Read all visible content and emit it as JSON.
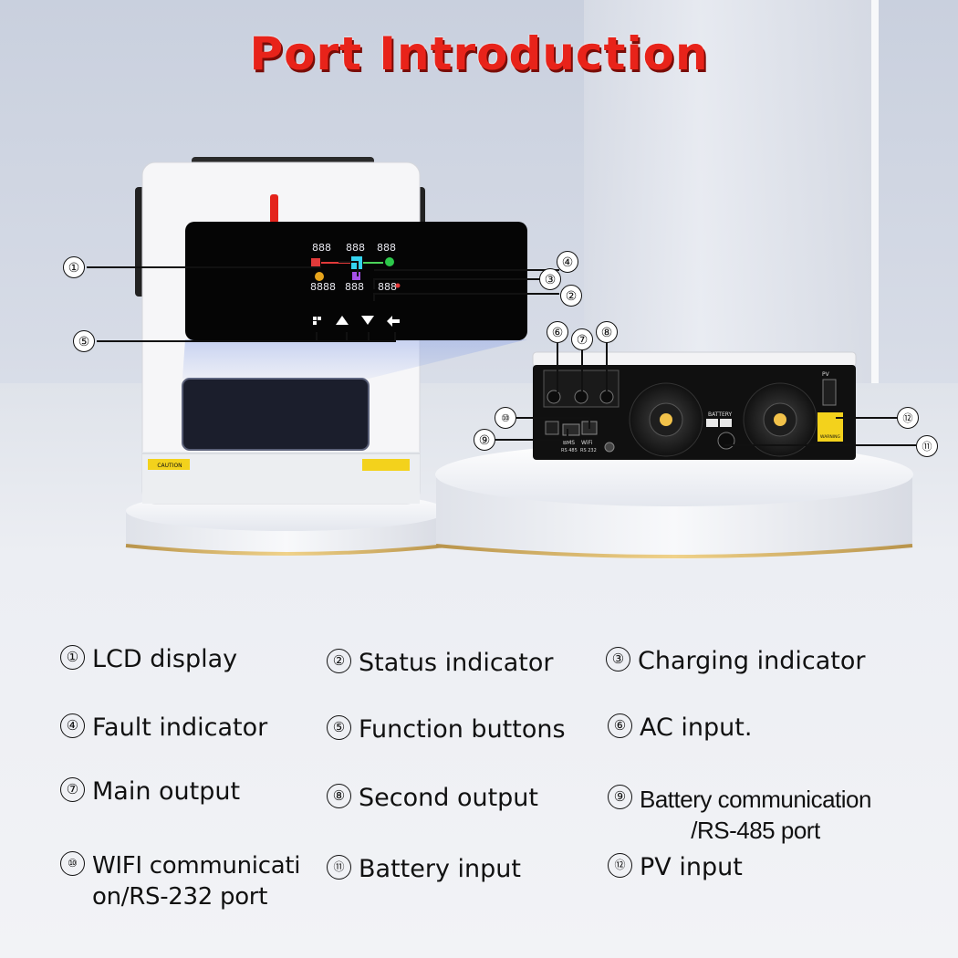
{
  "title": "Port Introduction",
  "callouts": [
    "①",
    "②",
    "③",
    "④",
    "⑤",
    "⑥",
    "⑦",
    "⑧",
    "⑨",
    "⑩",
    "⑪",
    "⑫"
  ],
  "legend": [
    {
      "num": "①",
      "label": "LCD display"
    },
    {
      "num": "②",
      "label": "Status indicator"
    },
    {
      "num": "③",
      "label": "Charging indicator"
    },
    {
      "num": "④",
      "label": "Fault indicator"
    },
    {
      "num": "⑤",
      "label": "Function buttons"
    },
    {
      "num": "⑥",
      "label": "AC input."
    },
    {
      "num": "⑦",
      "label": "Main output"
    },
    {
      "num": "⑧",
      "label": "Second output"
    },
    {
      "num": "⑨",
      "label": "Battery communication\n/RS-485 port"
    },
    {
      "num": "⑩",
      "label": "WIFI communicati\non/RS-232 port"
    },
    {
      "num": "⑪",
      "label": "Battery input"
    },
    {
      "num": "⑫",
      "label": "PV input"
    }
  ],
  "lcd_digits": {
    "top": [
      "888",
      "888",
      "888"
    ],
    "bottom": [
      "8888",
      "888",
      "888"
    ]
  },
  "labels": {
    "caution": "CAUTION",
    "battery": "BATTERY",
    "bms": "BMS",
    "wifi": "WiFi",
    "rs485": "RS 485",
    "rs232": "RS 232",
    "warning": "WARNING",
    "pv": "PV"
  },
  "colors": {
    "title": "#e8231a",
    "accent": "#d81d1d"
  }
}
